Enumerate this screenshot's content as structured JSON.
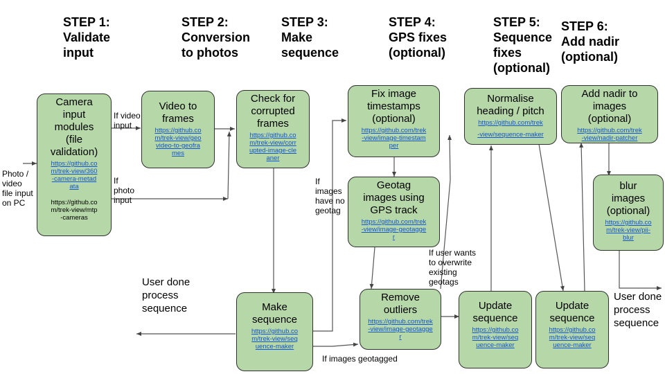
{
  "steps": [
    {
      "lines": [
        "STEP 1:",
        "Validate",
        "input"
      ]
    },
    {
      "lines": [
        "STEP 2:",
        "Conversion",
        "to photos"
      ]
    },
    {
      "lines": [
        "STEP 3:",
        "Make",
        "sequence"
      ]
    },
    {
      "lines": [
        "STEP 4:",
        "GPS fixes",
        "(optional)"
      ]
    },
    {
      "lines": [
        "STEP 5:",
        "Sequence",
        "fixes",
        "(optional)"
      ]
    },
    {
      "lines": [
        "STEP 6:",
        "Add nadir",
        "(optional)"
      ]
    }
  ],
  "boxes": {
    "camera": {
      "title": [
        "Camera",
        "input",
        "modules",
        "(file",
        "validation)"
      ],
      "link": [
        "https://github.co",
        "m/trek-view/360",
        "-camera-metad",
        "ata"
      ],
      "extra": [
        "https://github.co",
        "m/trek-view/mtp",
        "-cameras"
      ]
    },
    "video": {
      "title": [
        "Video to",
        "frames"
      ],
      "link": [
        "https://github.co",
        "m/trek-view/geo",
        "video-to-geofra",
        "mes"
      ]
    },
    "corrupted": {
      "title": [
        "Check for",
        "corrupted",
        "frames"
      ],
      "link": [
        "https://github.co",
        "m/trek-view/corr",
        "upted-image-cle",
        "aner"
      ]
    },
    "timestamps": {
      "title": [
        "Fix image",
        "timestamps",
        "(optional)"
      ],
      "link": [
        "https://github.com/trek",
        "-view/image-timestam",
        "per"
      ]
    },
    "geotag": {
      "title": [
        "Geotag",
        "images using",
        "GPS track"
      ],
      "link": [
        "https://github.com/trek",
        "-view/image-geotagge",
        "r"
      ]
    },
    "outliers": {
      "title": [
        "Remove",
        "outliers"
      ],
      "link": [
        "https://github.com/trek",
        "-view/image-geotagge",
        "r"
      ]
    },
    "make_sequence": {
      "title": [
        "Make",
        "sequence"
      ],
      "link": [
        "https://github.co",
        "m/trek-view/seq",
        "uence-maker"
      ]
    },
    "normalise": {
      "title": [
        "Normalise",
        "heading / pitch"
      ],
      "link": [
        "https://github.com/trek",
        "-view/sequence-maker"
      ]
    },
    "update1": {
      "title": [
        "Update",
        "sequence"
      ],
      "link": [
        "https://github.co",
        "m/trek-view/seq",
        "uence-maker"
      ]
    },
    "update2": {
      "title": [
        "Update",
        "sequence"
      ],
      "link": [
        "https://github.co",
        "m/trek-view/seq",
        "uence-maker"
      ]
    },
    "nadir": {
      "title": [
        "Add nadir to",
        "images",
        "(optional)"
      ],
      "link": [
        "https://github.com/trek",
        "-view/nadir-patcher"
      ]
    },
    "blur": {
      "title": [
        "blur",
        "images",
        "(optional)"
      ],
      "link": [
        "https://github.co",
        "m/trek-view/pii-",
        "blur"
      ]
    }
  },
  "labels": {
    "photo_video_input": [
      "Photo /",
      "video",
      "file input",
      "on PC"
    ],
    "if_video_input": [
      "If video",
      "input"
    ],
    "if_photo_input": [
      "If",
      "photo",
      "input"
    ],
    "if_no_geotag": [
      "If",
      "images",
      "have no",
      "geotag"
    ],
    "if_overwrite": [
      "If user wants",
      "to overwrite",
      "existing",
      "geotags"
    ],
    "if_geotagged": [
      "If images geotagged"
    ],
    "user_done_left": [
      "User done",
      "process",
      "sequence"
    ],
    "user_done_right": [
      "User done",
      "process",
      "sequence"
    ]
  }
}
